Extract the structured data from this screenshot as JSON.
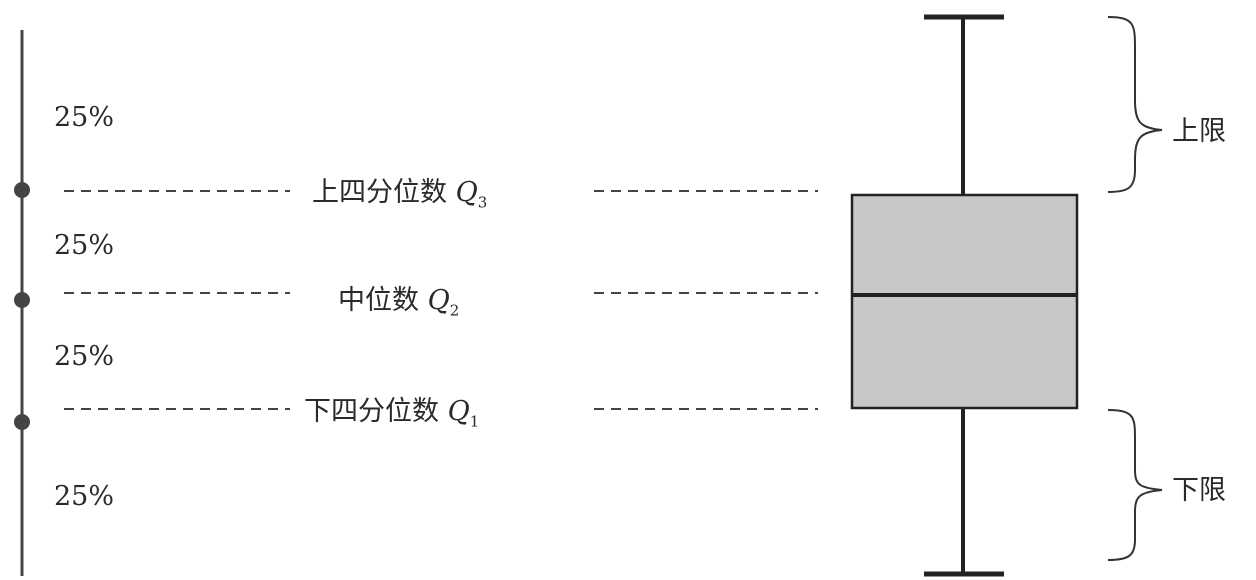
{
  "left_scale": {
    "segments": [
      "25%",
      "25%",
      "25%",
      "25%"
    ]
  },
  "quartiles": {
    "q3": {
      "label": "上四分位数",
      "symbol": "Q",
      "subscript": "3"
    },
    "q2": {
      "label": "中位数",
      "symbol": "Q",
      "subscript": "2"
    },
    "q1": {
      "label": "下四分位数",
      "symbol": "Q",
      "subscript": "1"
    }
  },
  "braces": {
    "upper": "上限",
    "lower": "下限"
  },
  "colors": {
    "box_fill": "#c8c8c8",
    "line": "#2a2a2a"
  }
}
